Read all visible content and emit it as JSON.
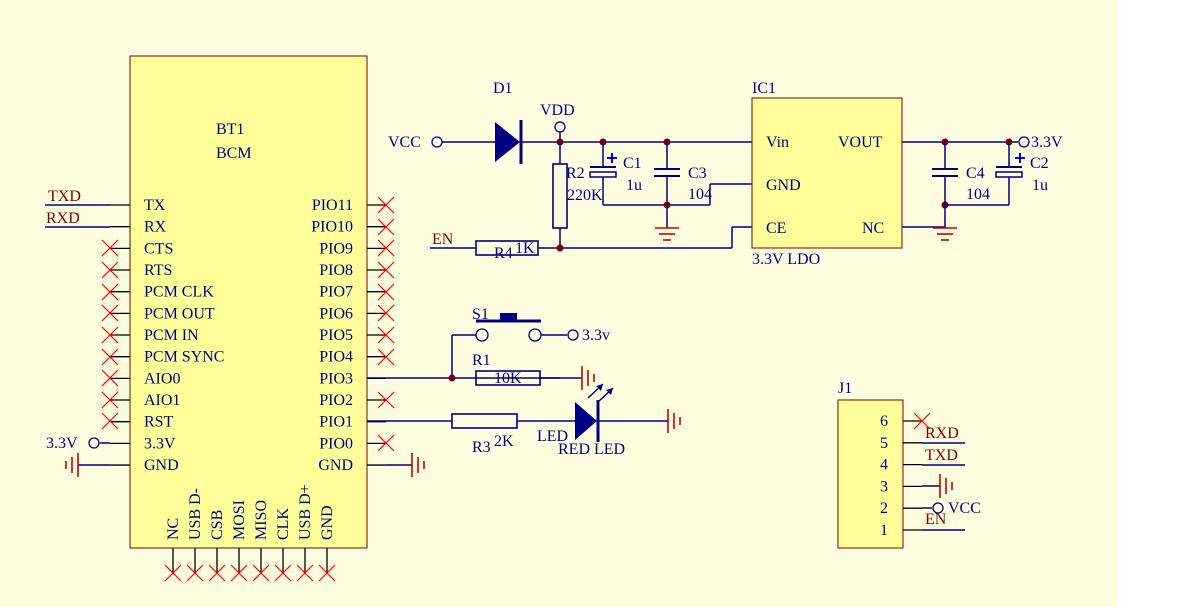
{
  "bt1": {
    "ref": "BT1",
    "value": "BCM",
    "left_pins": [
      "TX",
      "RX",
      "CTS",
      "RTS",
      "PCM CLK",
      "PCM OUT",
      "PCM IN",
      "PCM SYNC",
      "AIO0",
      "AIO1",
      "RST",
      "3.3V",
      "GND"
    ],
    "right_pins": [
      "PIO11",
      "PIO10",
      "PIO9",
      "PIO8",
      "PIO7",
      "PIO6",
      "PIO5",
      "PIO4",
      "PIO3",
      "PIO2",
      "PIO1",
      "PIO0",
      "GND"
    ],
    "bottom_pins": [
      "NC",
      "USB D-",
      "CSB",
      "MOSI",
      "MISO",
      "CLK",
      "USB D+",
      "GND"
    ]
  },
  "nets": {
    "txd": "TXD",
    "rxd": "RXD",
    "vcc": "VCC",
    "vdd": "VDD",
    "en": "EN",
    "v33": "3.3V",
    "v33_btn": "3.3v"
  },
  "d1": {
    "ref": "D1"
  },
  "r2": {
    "ref": "R2",
    "value": "220K"
  },
  "c1": {
    "ref": "C1",
    "value": "1u"
  },
  "c3": {
    "ref": "C3",
    "value": "104"
  },
  "c4": {
    "ref": "C4",
    "value": "104"
  },
  "c2": {
    "ref": "C2",
    "value": "1u"
  },
  "r4": {
    "ref": "R4",
    "value": "1K"
  },
  "ic1": {
    "ref": "IC1",
    "value": "3.3V LDO",
    "pins": {
      "vin": "Vin",
      "gnd": "GND",
      "ce": "CE",
      "vout": "VOUT",
      "nc": "NC"
    }
  },
  "s1": {
    "ref": "S1"
  },
  "r1": {
    "ref": "R1",
    "value": "10K"
  },
  "r3": {
    "ref": "R3",
    "value": "2K"
  },
  "led": {
    "ref": "LED",
    "value": "RED LED"
  },
  "j1": {
    "ref": "J1",
    "pins": [
      "6",
      "5",
      "4",
      "3",
      "2",
      "1"
    ]
  },
  "colors": {
    "background": "#fffde0",
    "wire": "#000080",
    "component_body": "#ffff99",
    "unconnected_mark": "#ff0000",
    "ground": "#cc0000"
  }
}
